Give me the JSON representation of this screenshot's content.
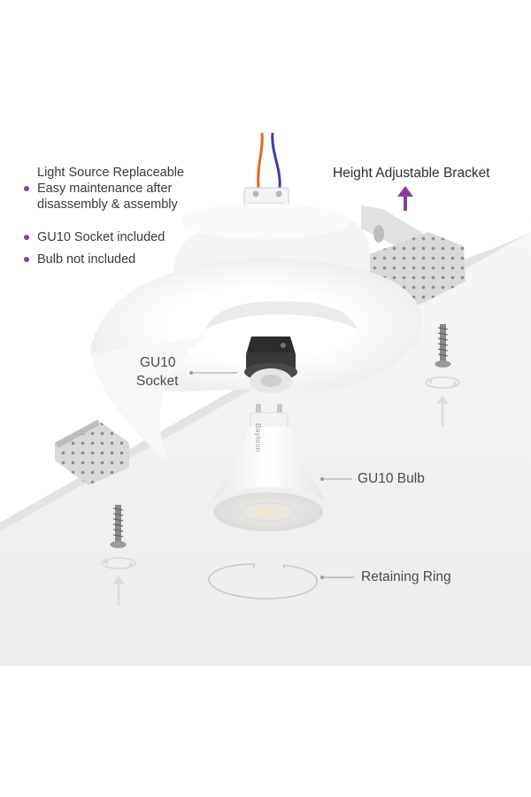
{
  "features": {
    "title": "Light Source Replaceable",
    "items": [
      "Easy maintenance after",
      "disassembly & assembly",
      "GU10 Socket included",
      "Bulb not included"
    ]
  },
  "labels": {
    "bracket": "Height Adjustable Bracket",
    "socket_line1": "GU10",
    "socket_line2": "Socket",
    "bulb": "GU10 Bulb",
    "ring": "Retaining Ring",
    "brand": "Baytoon"
  },
  "icons": [
    "up-arrow-icon",
    "screw-icon",
    "rotate-arrow-icon",
    "bullet-dot-icon"
  ],
  "colors": {
    "accent": "#8a3f9a",
    "text": "#3a3a3a",
    "ceiling": "#f2f2f2",
    "leader": "#9a9a9a",
    "fixture": "#fbfbfb"
  }
}
